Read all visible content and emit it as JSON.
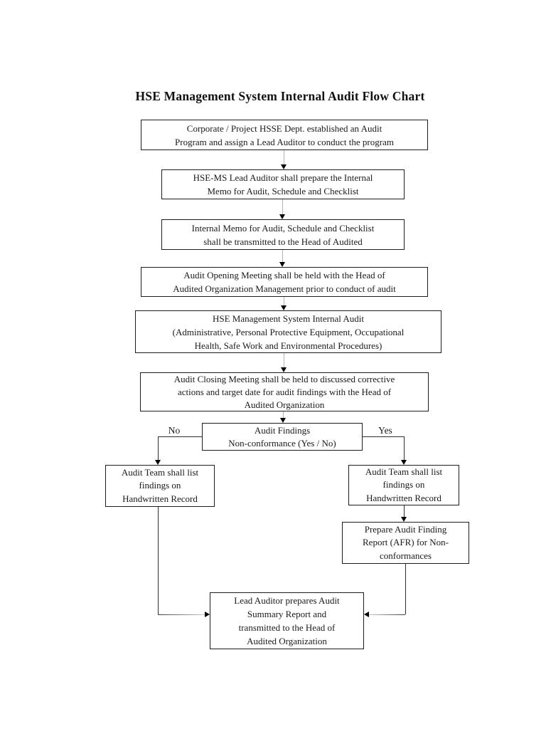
{
  "title": "HSE Management System Internal Audit Flow Chart",
  "flow": {
    "establish_program": [
      "Corporate / Project HSSE Dept. established an Audit",
      "Program and assign a Lead Auditor to conduct the program"
    ],
    "prepare_memo": [
      "HSE-MS Lead Auditor shall prepare the Internal",
      "Memo for Audit, Schedule and Checklist"
    ],
    "transmit_memo": [
      "Internal Memo for Audit, Schedule and Checklist",
      "shall be transmitted to the Head of Audited"
    ],
    "opening_meeting": [
      "Audit Opening Meeting shall be held with the Head of",
      "Audited Organization Management prior to conduct of audit"
    ],
    "internal_audit": [
      "HSE Management System Internal Audit",
      "(Administrative, Personal Protective Equipment, Occupational",
      "Health, Safe Work and Environmental Procedures)"
    ],
    "closing_meeting": [
      "Audit Closing Meeting shall be held to discussed corrective",
      "actions and target date for audit findings with the Head of",
      "Audited Organization"
    ],
    "decision": [
      "Audit Findings",
      "Non-conformance (Yes / No)"
    ],
    "no_label": "No",
    "yes_label": "Yes",
    "no_branch_record": [
      "Audit Team shall list",
      "findings on",
      "Handwritten Record"
    ],
    "yes_branch_record": [
      "Audit Team shall list",
      "findings on",
      "Handwritten Record"
    ],
    "prepare_afr": [
      "Prepare Audit Finding",
      "Report (AFR) for Non-",
      "conformances"
    ],
    "final_report": [
      "Lead Auditor prepares Audit",
      "Summary Report and",
      "transmitted to the Head of",
      "Audited Organization"
    ]
  },
  "colors": {
    "background": "#ffffff",
    "text": "#1a1a1a",
    "box_border": "#1c1c1c",
    "connector_light": "#b4b4b4",
    "connector_dark": "#2f2f2f",
    "arrowhead": "#000000"
  }
}
